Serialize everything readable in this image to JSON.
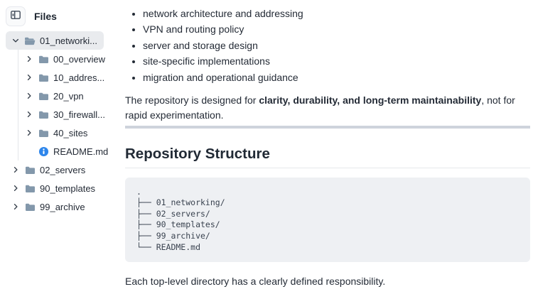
{
  "sidebar": {
    "header": {
      "title": "Files",
      "toggle_icon": "panel-left-icon"
    },
    "tree": [
      {
        "label": "01_networki...",
        "depth": 0,
        "kind": "folder-open",
        "chevron": "down",
        "selected": true
      },
      {
        "label": "00_overview",
        "depth": 1,
        "kind": "folder",
        "chevron": "right",
        "selected": false
      },
      {
        "label": "10_addres...",
        "depth": 1,
        "kind": "folder",
        "chevron": "right",
        "selected": false
      },
      {
        "label": "20_vpn",
        "depth": 1,
        "kind": "folder",
        "chevron": "right",
        "selected": false
      },
      {
        "label": "30_firewall...",
        "depth": 1,
        "kind": "folder",
        "chevron": "right",
        "selected": false
      },
      {
        "label": "40_sites",
        "depth": 1,
        "kind": "folder",
        "chevron": "right",
        "selected": false
      },
      {
        "label": "README.md",
        "depth": 1,
        "kind": "file-info",
        "chevron": "none",
        "selected": false
      },
      {
        "label": "02_servers",
        "depth": 0,
        "kind": "folder",
        "chevron": "right",
        "selected": false
      },
      {
        "label": "90_templates",
        "depth": 0,
        "kind": "folder",
        "chevron": "right",
        "selected": false
      },
      {
        "label": "99_archive",
        "depth": 0,
        "kind": "folder",
        "chevron": "right",
        "selected": false
      }
    ]
  },
  "content": {
    "bullets": [
      "network architecture and addressing",
      "VPN and routing policy",
      "server and storage design",
      "site-specific implementations",
      "migration and operational guidance"
    ],
    "design_paragraph": {
      "prefix": "The repository is designed for ",
      "bold": "clarity, durability, and long-term maintainability",
      "suffix": ", not for rapid experimentation."
    },
    "section_heading": "Repository Structure",
    "code_block": {
      "lines": [
        ".",
        "├── 01_networking/",
        "├── 02_servers/",
        "├── 90_templates/",
        "├── 99_archive/",
        "└── README.md"
      ]
    },
    "closing_paragraph": "Each top-level directory has a clearly defined responsibility."
  },
  "colors": {
    "accent_blue": "#2e86eb",
    "folder_icon": "#8398ab",
    "selected_item_bg": "#e9ebee",
    "divider": "#ced3dc",
    "heading_underline": "#e6e8eb",
    "code_bg": "#eef0f3"
  }
}
